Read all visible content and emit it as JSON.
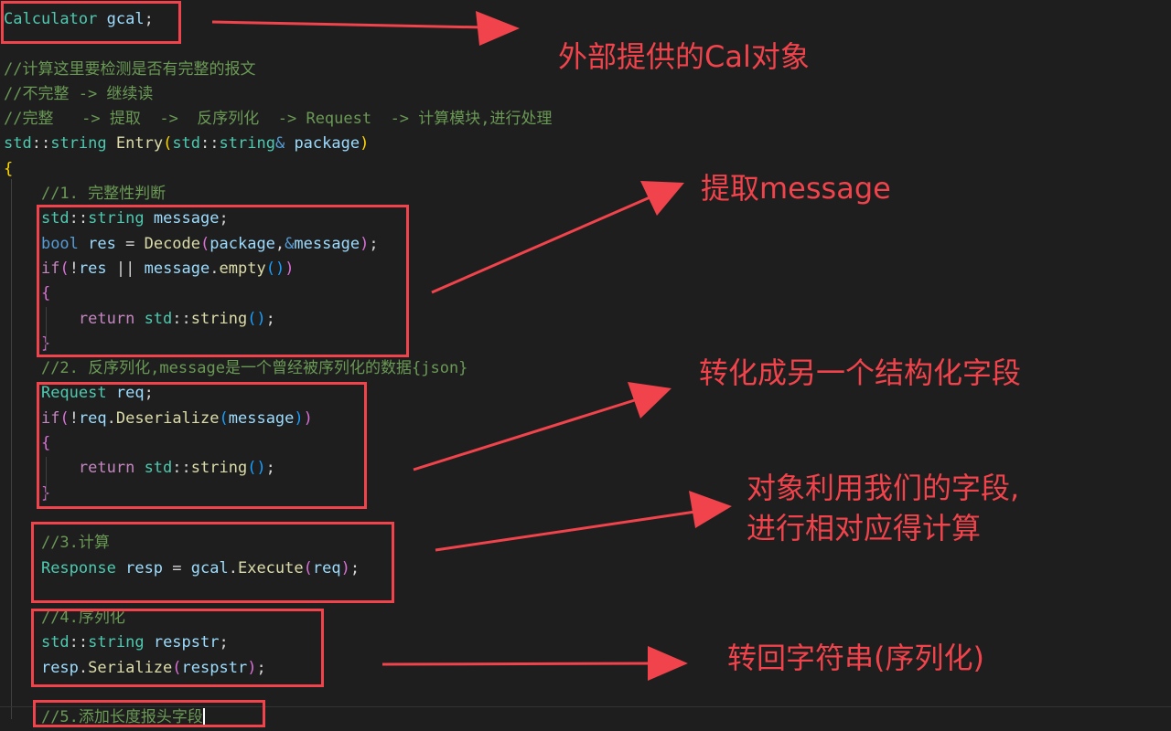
{
  "code_lines": [
    [
      [
        "ty",
        "Calculator"
      ],
      [
        "",
        " "
      ],
      [
        "vr",
        "gcal"
      ],
      [
        "",
        ";"
      ]
    ],
    [],
    [
      [
        "cm",
        "//计算这里要检测是否有完整的报文"
      ]
    ],
    [
      [
        "cm",
        "//不完整 -> 继续读"
      ]
    ],
    [
      [
        "cm",
        "//完整   -> 提取  ->  反序列化  -> Request  -> 计算模块,进行处理"
      ]
    ],
    [
      [
        "ty",
        "std"
      ],
      [
        "",
        "::"
      ],
      [
        "ty",
        "string"
      ],
      [
        "",
        " "
      ],
      [
        "fn",
        "Entry"
      ],
      [
        "p1",
        "("
      ],
      [
        "ty",
        "std"
      ],
      [
        "",
        "::"
      ],
      [
        "ty",
        "string"
      ],
      [
        "kw",
        "&"
      ],
      [
        "",
        " "
      ],
      [
        "vr",
        "package"
      ],
      [
        "p1",
        ")"
      ]
    ],
    [
      [
        "p1",
        "{"
      ]
    ],
    [
      [
        "",
        "    "
      ],
      [
        "cm",
        "//1. 完整性判断"
      ]
    ],
    [
      [
        "",
        "    "
      ],
      [
        "ty",
        "std"
      ],
      [
        "",
        "::"
      ],
      [
        "ty",
        "string"
      ],
      [
        "",
        " "
      ],
      [
        "vr",
        "message"
      ],
      [
        "",
        ";"
      ]
    ],
    [
      [
        "",
        "    "
      ],
      [
        "kw",
        "bool"
      ],
      [
        "",
        " "
      ],
      [
        "vr",
        "res"
      ],
      [
        "",
        " = "
      ],
      [
        "fn",
        "Decode"
      ],
      [
        "p2",
        "("
      ],
      [
        "vr",
        "package"
      ],
      [
        "",
        ","
      ],
      [
        "kw",
        "&"
      ],
      [
        "vr",
        "message"
      ],
      [
        "p2",
        ")"
      ],
      [
        "",
        ";"
      ]
    ],
    [
      [
        "",
        "    "
      ],
      [
        "ct",
        "if"
      ],
      [
        "p2",
        "("
      ],
      [
        "",
        "!"
      ],
      [
        "vr",
        "res"
      ],
      [
        "",
        " || "
      ],
      [
        "vr",
        "message"
      ],
      [
        "",
        "."
      ],
      [
        "fn",
        "empty"
      ],
      [
        "p3",
        "()"
      ],
      [
        "p2",
        ")"
      ]
    ],
    [
      [
        "",
        "    "
      ],
      [
        "p2",
        "{"
      ]
    ],
    [
      [
        "",
        "        "
      ],
      [
        "ct",
        "return"
      ],
      [
        "",
        " "
      ],
      [
        "ty",
        "std"
      ],
      [
        "",
        "::"
      ],
      [
        "fn",
        "string"
      ],
      [
        "p3",
        "()"
      ],
      [
        "",
        ";"
      ]
    ],
    [
      [
        "",
        "    "
      ],
      [
        "p2",
        "}"
      ]
    ],
    [
      [
        "",
        "    "
      ],
      [
        "cm",
        "//2. 反序列化,message是一个曾经被序列化的数据{json}"
      ]
    ],
    [
      [
        "",
        "    "
      ],
      [
        "ty",
        "Request"
      ],
      [
        "",
        " "
      ],
      [
        "vr",
        "req"
      ],
      [
        "",
        ";"
      ]
    ],
    [
      [
        "",
        "    "
      ],
      [
        "ct",
        "if"
      ],
      [
        "p2",
        "("
      ],
      [
        "",
        "!"
      ],
      [
        "vr",
        "req"
      ],
      [
        "",
        "."
      ],
      [
        "fn",
        "Deserialize"
      ],
      [
        "p3",
        "("
      ],
      [
        "vr",
        "message"
      ],
      [
        "p3",
        ")"
      ],
      [
        "p2",
        ")"
      ]
    ],
    [
      [
        "",
        "    "
      ],
      [
        "p2",
        "{"
      ]
    ],
    [
      [
        "",
        "        "
      ],
      [
        "ct",
        "return"
      ],
      [
        "",
        " "
      ],
      [
        "ty",
        "std"
      ],
      [
        "",
        "::"
      ],
      [
        "fn",
        "string"
      ],
      [
        "p3",
        "()"
      ],
      [
        "",
        ";"
      ]
    ],
    [
      [
        "",
        "    "
      ],
      [
        "p2",
        "}"
      ]
    ],
    [],
    [
      [
        "",
        "    "
      ],
      [
        "cm",
        "//3.计算"
      ]
    ],
    [
      [
        "",
        "    "
      ],
      [
        "ty",
        "Response"
      ],
      [
        "",
        " "
      ],
      [
        "vr",
        "resp"
      ],
      [
        "",
        " = "
      ],
      [
        "vr",
        "gcal"
      ],
      [
        "",
        "."
      ],
      [
        "fn",
        "Execute"
      ],
      [
        "p2",
        "("
      ],
      [
        "vr",
        "req"
      ],
      [
        "p2",
        ")"
      ],
      [
        "",
        ";"
      ]
    ],
    [],
    [
      [
        "",
        "    "
      ],
      [
        "cm",
        "//4.序列化"
      ]
    ],
    [
      [
        "",
        "    "
      ],
      [
        "ty",
        "std"
      ],
      [
        "",
        "::"
      ],
      [
        "ty",
        "string"
      ],
      [
        "",
        " "
      ],
      [
        "vr",
        "respstr"
      ],
      [
        "",
        ";"
      ]
    ],
    [
      [
        "",
        "    "
      ],
      [
        "vr",
        "resp"
      ],
      [
        "",
        "."
      ],
      [
        "fn",
        "Serialize"
      ],
      [
        "p2",
        "("
      ],
      [
        "vr",
        "respstr"
      ],
      [
        "p2",
        ")"
      ],
      [
        "",
        ";"
      ]
    ],
    [],
    [
      [
        "",
        "    "
      ],
      [
        "cm",
        "//5.添加长度报头字段"
      ]
    ]
  ],
  "annotations": {
    "a1": "外部提供的Cal对象",
    "a2": "提取message",
    "a3": "转化成另一个结构化字段",
    "a4": "对象利用我们的字段,\n进行相对应得计算",
    "a5": "转回字符串(序列化)"
  },
  "colors": {
    "highlight": "#f0434b",
    "background": "#1e1e1e"
  }
}
